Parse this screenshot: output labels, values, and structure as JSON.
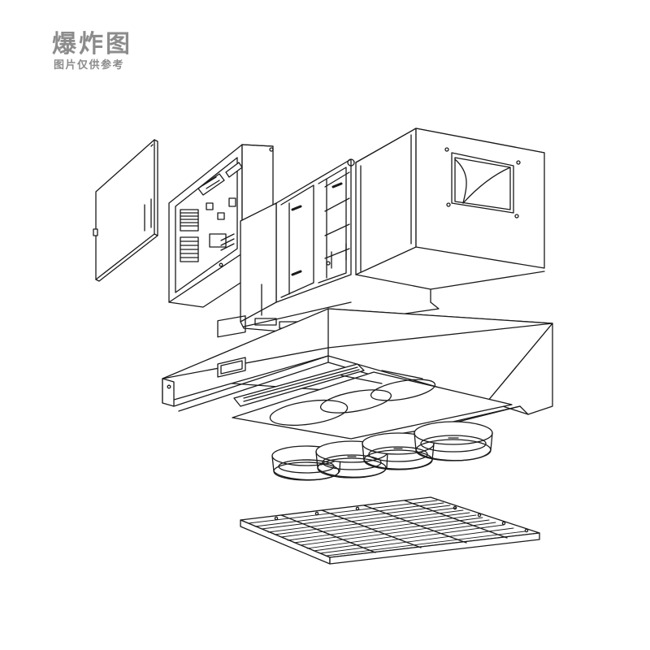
{
  "watermark": {
    "title": "爆炸图",
    "subtitle": "图片仅供参考",
    "color": "#8c8c8c"
  },
  "drawing": {
    "line_color": "#1a1a1a",
    "background": "#ffffff",
    "parts": [
      "access-panel",
      "control-box",
      "filter-section",
      "fan-housing",
      "hood-body",
      "nozzle-ring",
      "grille-filter"
    ],
    "nozzle_count": 4
  }
}
